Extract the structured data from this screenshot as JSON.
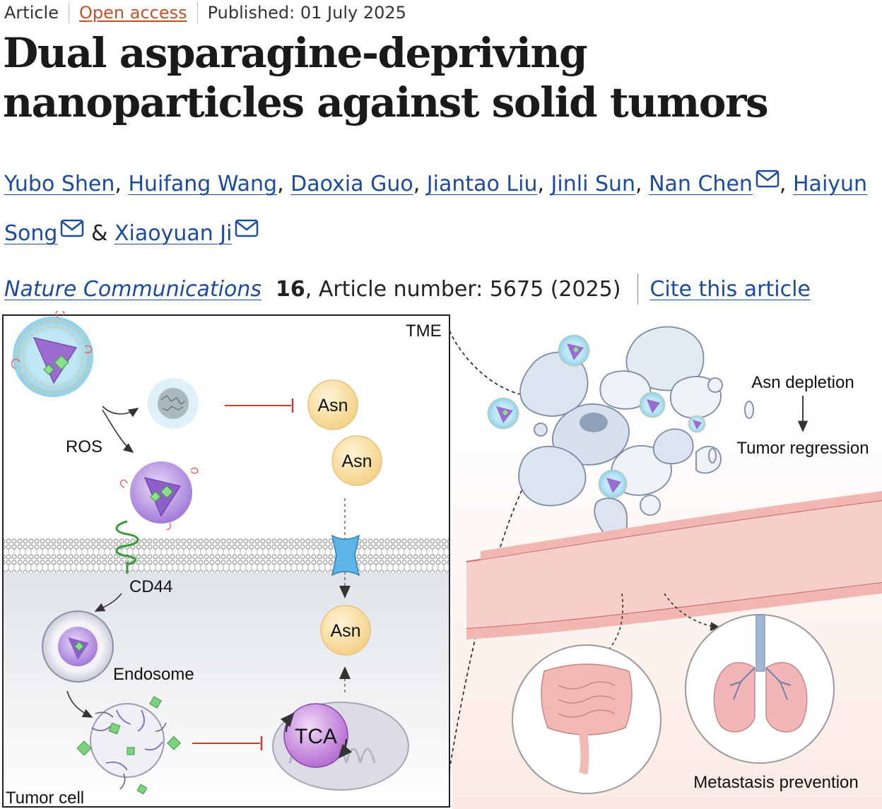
{
  "header": {
    "article_type": "Article",
    "access": "Open access",
    "published": "Published: 01 July 2025"
  },
  "title": "Dual asparagine-depriving nanoparticles against solid tumors",
  "authors": [
    {
      "name": "Yubo Shen",
      "corresponding": false
    },
    {
      "name": "Huifang Wang",
      "corresponding": false
    },
    {
      "name": "Daoxia Guo",
      "corresponding": false
    },
    {
      "name": "Jiantao Liu",
      "corresponding": false
    },
    {
      "name": "Jinli Sun",
      "corresponding": false
    },
    {
      "name": "Nan Chen",
      "corresponding": true
    },
    {
      "name": "Haiyun Song",
      "corresponding": true
    },
    {
      "name": "Xiaoyuan Ji",
      "corresponding": true
    }
  ],
  "citation": {
    "journal": "Nature Communications",
    "volume": "16",
    "article_number": ", Article number: 5675 (2025)",
    "cite_link": "Cite this article"
  },
  "figure": {
    "labels": {
      "tme": "TME",
      "ros": "ROS",
      "cd44": "CD44",
      "endosome": "Endosome",
      "tumor_cell": "Tumor cell",
      "tca": "TCA",
      "asn": "Asn",
      "asn_depletion": "Asn depletion",
      "tumor_regression": "Tumor regression",
      "metastasis_prevention": "Metastasis prevention"
    },
    "colors": {
      "asn_fill": "#f8dfa0",
      "nanoparticle": "#b48be0",
      "drug_green": "#6ccf6c",
      "inhibit_red": "#d23a2a",
      "vessel": "#f3c4bf",
      "tumor_blue": "#dbe4ef"
    }
  }
}
